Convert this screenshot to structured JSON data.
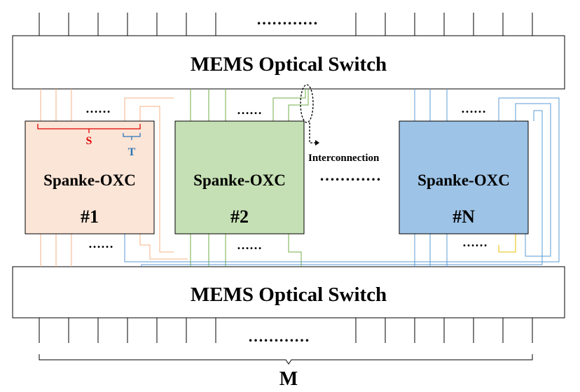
{
  "top_switch": {
    "label": "MEMS Optical Switch"
  },
  "bottom_switch": {
    "label": "MEMS Optical Switch"
  },
  "ellipsis_long": "…………",
  "ellipsis_short": "……",
  "oxc_blocks": [
    {
      "name": "Spanke-OXC",
      "index": "#1",
      "fill": "#fbe5d6",
      "line_color": "#f4b183"
    },
    {
      "name": "Spanke-OXC",
      "index": "#2",
      "fill": "#c5e0b4",
      "line_color": "#70ad47"
    },
    {
      "name": "Spanke-OXC",
      "index": "#N",
      "fill": "#9dc3e6",
      "line_color": "#5b9bd5"
    }
  ],
  "s_label": "S",
  "t_label": "T",
  "s_color": "#e00000",
  "t_color": "#2e75b6",
  "interconnection_label": "Interconnection",
  "m_label": "M",
  "yellow_line": "#e6c200"
}
